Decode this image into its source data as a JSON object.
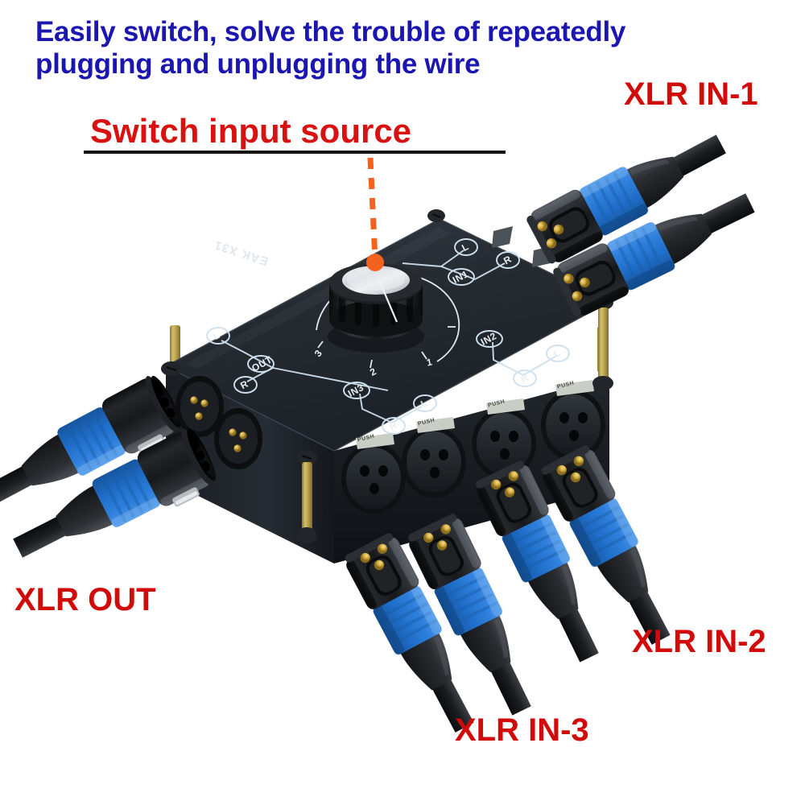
{
  "headline": {
    "text": "Easily switch, solve the trouble of repeatedly\nplugging and unplugging the wire",
    "color": "#1b16b0"
  },
  "callouts": {
    "switch_source": "Switch input source",
    "xlr_in_1": "XLR IN-1",
    "xlr_in_2": "XLR IN-2",
    "xlr_in_3": "XLR IN-3",
    "xlr_out": "XLR OUT",
    "color": "#d10a0a",
    "leader_color": "#f4621f"
  },
  "device": {
    "brand_text": "EAK X31",
    "knob_positions": [
      "1",
      "2",
      "3"
    ],
    "selected_position": "2",
    "top_panel": {
      "groups": [
        {
          "name": "OUT",
          "channels": [
            "L",
            "R"
          ]
        },
        {
          "name": "IN1",
          "channels": [
            "L",
            "R"
          ]
        },
        {
          "name": "IN2",
          "channels": [
            "L",
            "R"
          ]
        },
        {
          "name": "IN3",
          "channels": [
            "L",
            "R"
          ]
        }
      ]
    },
    "jack_latch_label": "PUSH",
    "body_color": "#262b30",
    "standoff_color": "#b9a34a",
    "knob_cap_color": "#d9dde1"
  },
  "connectors": {
    "collar_color": "#2f7ed8",
    "boot_color": "#2b2b2b",
    "pin_color": "#d8b54a",
    "groups": [
      {
        "label": "XLR IN-1",
        "type": "male",
        "count": 2
      },
      {
        "label": "XLR IN-2",
        "type": "male",
        "count": 2
      },
      {
        "label": "XLR IN-3",
        "type": "male",
        "count": 2
      },
      {
        "label": "XLR OUT",
        "type": "female",
        "count": 2
      }
    ]
  }
}
